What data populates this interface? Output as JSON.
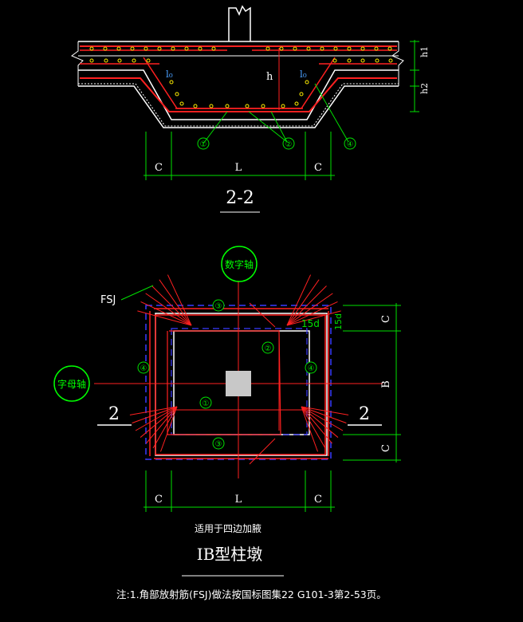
{
  "section": {
    "title": "2-2",
    "labels": {
      "h": "h",
      "h1": "h1",
      "h2": "h2",
      "l0_left": "l₀",
      "l0_right": "l₀"
    },
    "callouts": [
      "①",
      "②",
      "④"
    ],
    "dims": [
      "C",
      "L",
      "C"
    ]
  },
  "plan": {
    "axis_number": "数字轴",
    "axis_letter": "字母轴",
    "fsj": "FSJ",
    "d15_a": "15d",
    "d15_b": "15d",
    "callouts": {
      "top": "③",
      "bottom": "③",
      "left": "④",
      "right": "④",
      "center": "①",
      "diag": "②"
    },
    "section_marks": {
      "left": "2",
      "right": "2"
    },
    "dims_bottom": [
      "C",
      "L",
      "C"
    ],
    "dims_right": [
      "C",
      "B",
      "C"
    ]
  },
  "caption": {
    "applies": "适用于四边加腋",
    "type_title": "IB型柱墩",
    "note": "注:1.角部放射筋(FSJ)做法按国标图集22 G101-3第2-53页。"
  },
  "colors": {
    "rebar": "#ff2020",
    "dim": "#00e000",
    "concrete": "#ffffff",
    "stirrup_dot": "#ffee00",
    "dash": "#3a3aff",
    "axis_circle": "#00ff00",
    "column": "#c8c8c8",
    "label_blue": "#4aa0ff"
  }
}
